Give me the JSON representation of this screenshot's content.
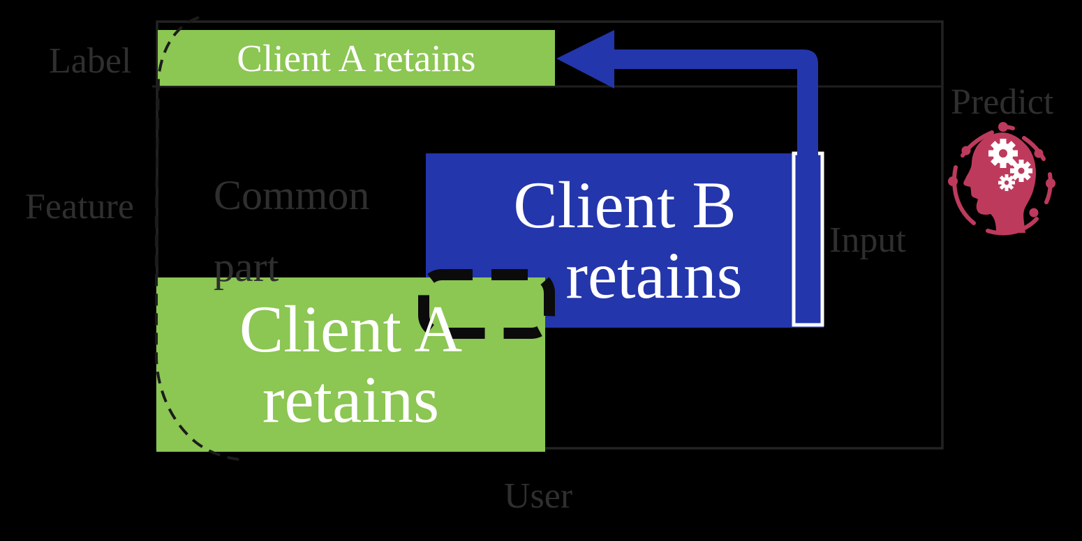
{
  "colors": {
    "background": "#000000",
    "green": "#8CC653",
    "blue": "#2436AC",
    "crimson": "#BE3A5C",
    "frame": "#232323",
    "divider": "#1F1F1F",
    "dash_soft": "#1C1C1C",
    "dash_dark": "#0B0B0B",
    "text": "#2F2F2F",
    "white": "#FFFFFF"
  },
  "labels": {
    "label": "Label",
    "feature": "Feature",
    "common_line1": "Common",
    "common_line2": "part",
    "input": "Input",
    "predict": "Predict",
    "user": "User"
  },
  "top_bar": {
    "text": "Client A retains"
  },
  "client_a_box": {
    "line1": "Client A",
    "line2": "retains"
  },
  "client_b_box": {
    "line1": "Client B",
    "line2": "retains"
  },
  "icon": {
    "name": "head-with-gears"
  }
}
